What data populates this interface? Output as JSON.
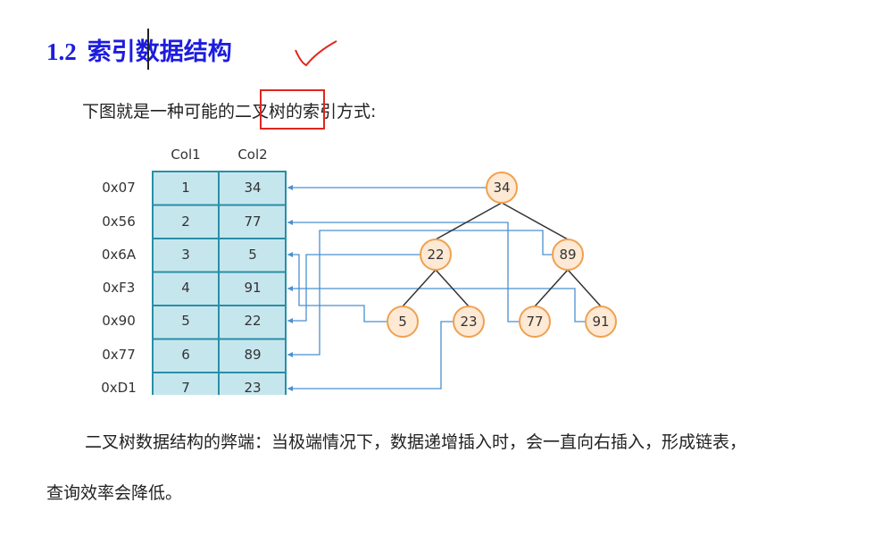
{
  "heading": {
    "number": "1.2",
    "text": "索引数据结构"
  },
  "intro": "下图就是一种可能的二叉树的索引方式:",
  "table": {
    "headers": [
      "Col1",
      "Col2"
    ],
    "rows": [
      {
        "addr": "0x07",
        "col1": "1",
        "col2": "34"
      },
      {
        "addr": "0x56",
        "col1": "2",
        "col2": "77"
      },
      {
        "addr": "0x6A",
        "col1": "3",
        "col2": "5"
      },
      {
        "addr": "0xF3",
        "col1": "4",
        "col2": "91"
      },
      {
        "addr": "0x90",
        "col1": "5",
        "col2": "22"
      },
      {
        "addr": "0x77",
        "col1": "6",
        "col2": "89"
      },
      {
        "addr": "0xD1",
        "col1": "7",
        "col2": "23"
      }
    ]
  },
  "tree": {
    "nodes": [
      "34",
      "22",
      "89",
      "5",
      "23",
      "77",
      "91"
    ]
  },
  "paragraph1": "二叉树数据结构的弊端：当极端情况下，数据递增插入时，会一直向右插入，形成链表，",
  "paragraph2": "查询效率会降低。",
  "colors": {
    "heading": "#1c1ce0",
    "cell": "#c6e6ee",
    "border": "#2a8ea6",
    "link": "#4a8fd0",
    "node_fill": "#fde9d4",
    "node_stroke": "#f0a050",
    "annotation": "#e0261e"
  }
}
